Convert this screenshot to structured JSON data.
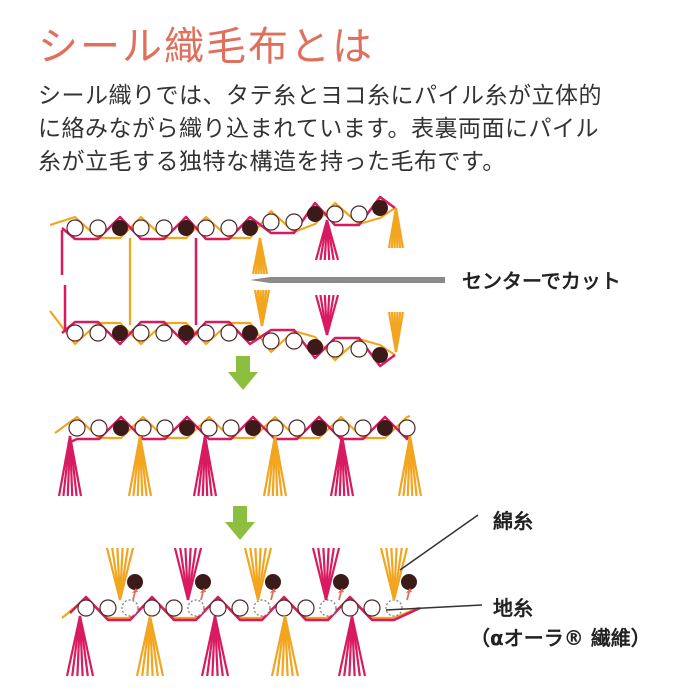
{
  "title": "シール織毛布とは",
  "description": [
    "シール織りでは、タテ糸とヨコ糸にパイル糸が立体的",
    "に絡みながら織り込まれています。表裏両面にパイル",
    "糸が立毛する独特な構造を持った毛布です。"
  ],
  "labels": {
    "cut": "センターでカット",
    "cotton": "綿糸",
    "ground": "地糸",
    "ground_sub": "（αオーラ® 繊維）"
  },
  "colors": {
    "title": "#e0705e",
    "pink_yarn": "#d81b60",
    "orange_yarn": "#f2a51f",
    "weft_filled": "#3d1a1a",
    "arrow": "#8cbf3f",
    "cut_line": "#8a8a8a"
  }
}
